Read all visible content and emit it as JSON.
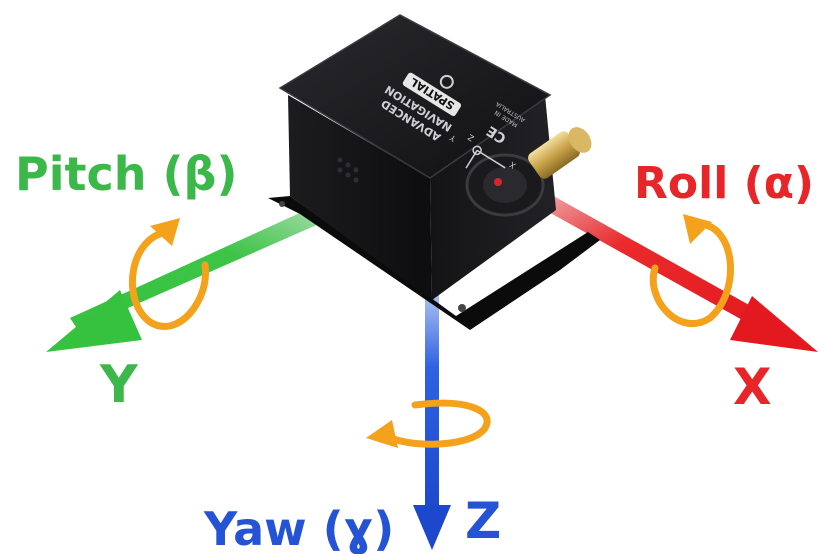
{
  "axes": {
    "pitch": {
      "label": "Pitch (β)",
      "axis": "Y",
      "color": "#3cb84a"
    },
    "roll": {
      "label": "Roll (α)",
      "axis": "X",
      "color": "#e8262a"
    },
    "yaw": {
      "label": "Yaw (ɣ)",
      "axis": "Z",
      "color": "#2453d6"
    }
  },
  "rotation_arrow_color": "#f4a21c",
  "device": {
    "brand_line1": "ADVANCED",
    "brand_line2": "NAVIGATION",
    "model": "SPATIAL",
    "mark": "CE",
    "made_in_1": "MADE IN",
    "made_in_2": "AUSTRALIA",
    "frame_x": "X",
    "frame_y": "Y",
    "frame_z": "Z"
  }
}
